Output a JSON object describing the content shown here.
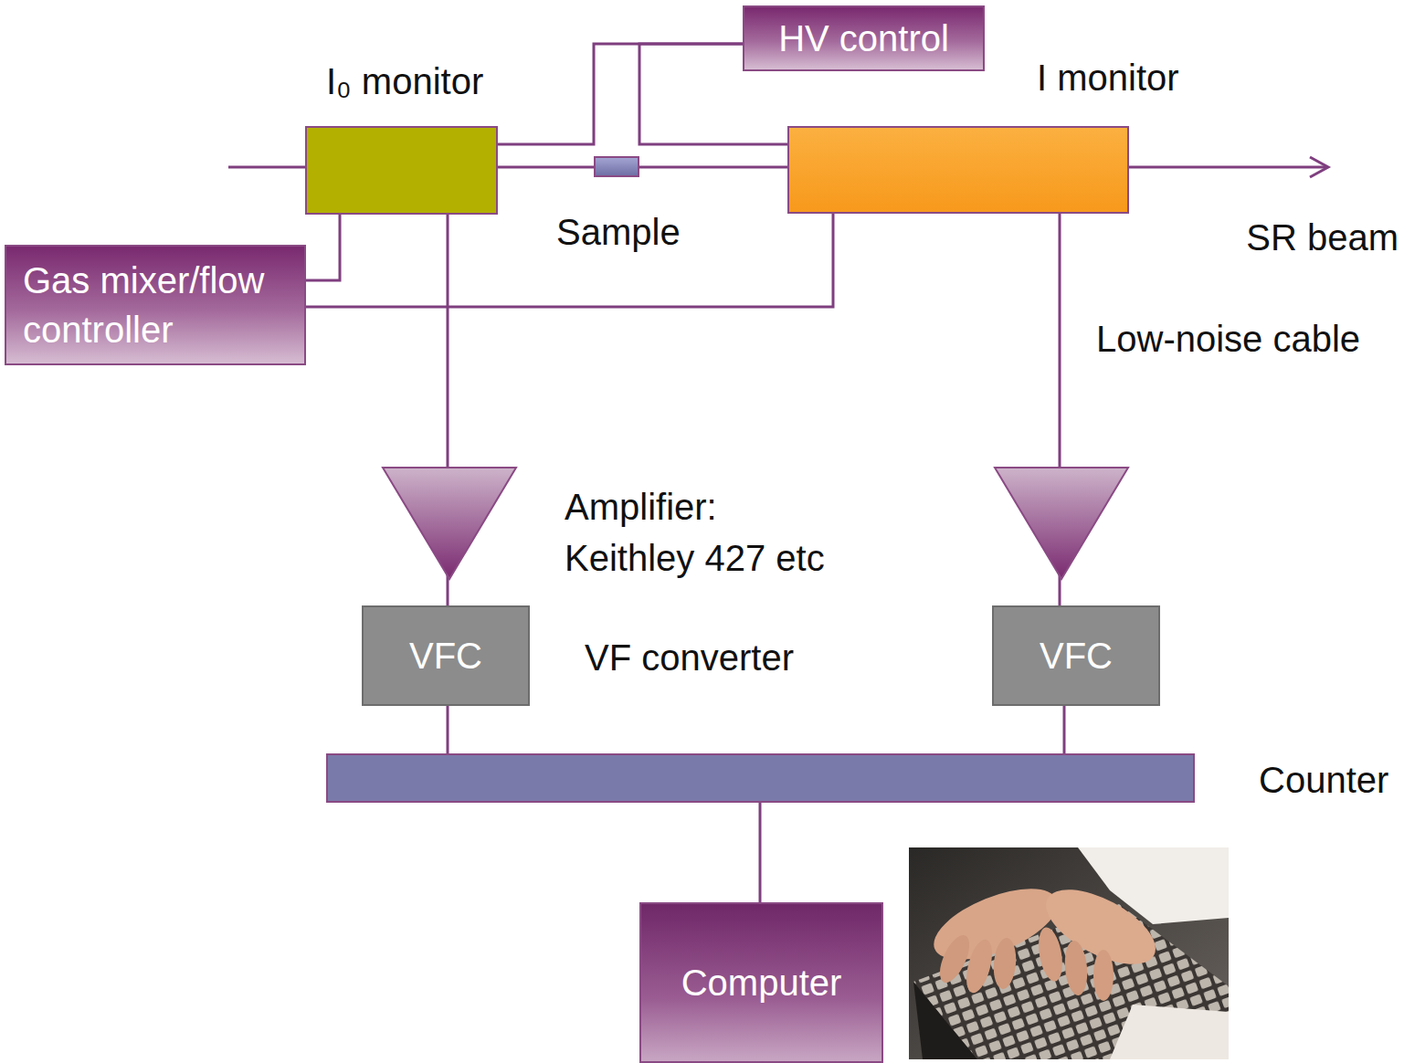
{
  "diagram": {
    "nodes": [
      {
        "text": [
          "HV control"
        ]
      },
      {
        "text": [
          "I₀ monitor"
        ]
      },
      {
        "text": [
          "I monitor"
        ]
      },
      {
        "text": [
          "Sample"
        ]
      },
      {
        "text": [
          "Gas mixer/flow controller"
        ]
      },
      {
        "text": [
          "VFC"
        ]
      },
      {
        "text": [
          "VFC"
        ]
      },
      {
        "text": [
          "Counter"
        ]
      },
      {
        "text": [
          "Computer"
        ]
      }
    ],
    "edges": [
      {
        "from": 0,
        "to": 1,
        "arrow": "none"
      },
      {
        "from": 0,
        "to": 2,
        "arrow": "none"
      },
      {
        "from": 4,
        "to": 1,
        "arrow": "none"
      },
      {
        "from": 4,
        "to": 2,
        "arrow": "none"
      },
      {
        "from": 1,
        "to": 3,
        "arrow": "none"
      },
      {
        "from": 3,
        "to": 2,
        "arrow": "none"
      },
      {
        "from": 1,
        "to": 5,
        "arrow": "none"
      },
      {
        "from": 2,
        "to": 6,
        "arrow": "none"
      },
      {
        "from": 5,
        "to": 7,
        "arrow": "none"
      },
      {
        "from": 6,
        "to": 7,
        "arrow": "none"
      },
      {
        "from": 7,
        "to": 8,
        "arrow": "none"
      }
    ],
    "labels": [
      "SR beam",
      "Low-noise cable",
      "Amplifier: Keithley 427 etc",
      "VF converter"
    ]
  }
}
